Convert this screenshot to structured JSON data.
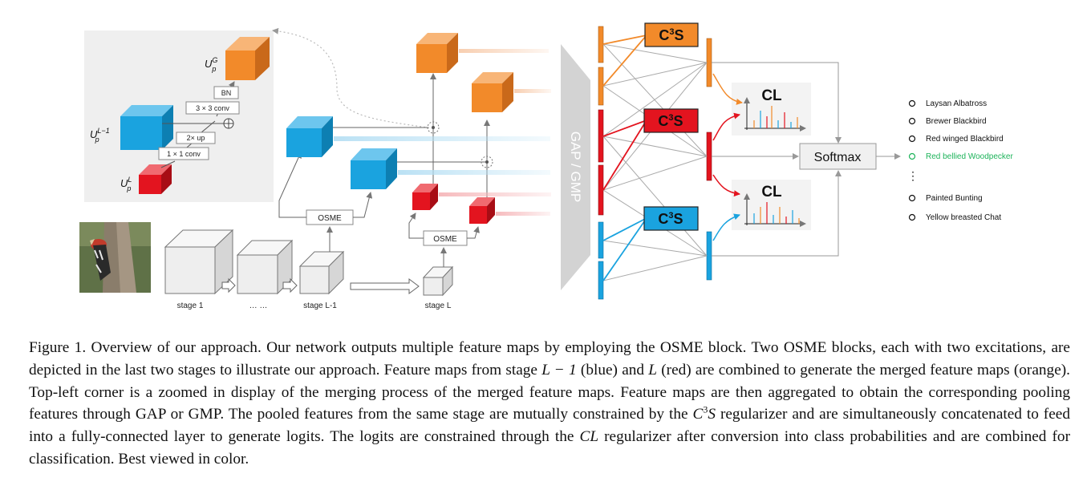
{
  "zoom": {
    "ug_base": "U",
    "ug_sup": "G",
    "ug_sub": "p",
    "ul1_base": "U",
    "ul1_sup": "L−1",
    "ul1_sub": "p",
    "ul_base": "U",
    "ul_sup": "L",
    "ul_sub": "p",
    "bn": "BN",
    "conv3": "3 × 3 conv",
    "up": "2× up",
    "conv1": "1 × 1 conv"
  },
  "stages": {
    "s1": "stage 1",
    "s_dots": "… …",
    "s_l1": "stage L-1",
    "s_l": "stage L"
  },
  "osme": {
    "a": "OSME",
    "b": "OSME"
  },
  "gap": "GAP / GMP",
  "c3s": {
    "base": "C",
    "sup": "3",
    "tail": "S"
  },
  "cl": "CL",
  "softmax": "Softmax",
  "classes": {
    "c1": "Laysan Albatross",
    "c2": "Brewer Blackbird",
    "c3": "Red winged Blackbird",
    "c4": "Red bellied Woodpecker",
    "dots": "⋮",
    "c5": "Painted Bunting",
    "c6": "Yellow breasted Chat"
  },
  "caption": {
    "p1": "Figure 1. Overview of our approach. Our network outputs multiple feature maps by employing the OSME block. Two OSME blocks, each with two excitations, are depicted in the last two stages to illustrate our approach. Feature maps from stage ",
    "v1": "L − 1",
    "p2": " (blue) and ",
    "v2": "L",
    "p3": " (red) are combined to generate the merged feature maps (orange). Top-left corner is a zoomed in display of the merging process of the merged feature maps. Feature maps are then aggregated to obtain the corresponding pooling features through GAP or GMP. The pooled features from the same stage are mutually constrained by the ",
    "v3_base": "C",
    "v3_sup": "3",
    "v3_tail": "S",
    "p4": " regularizer and are simultaneously concatenated to feed into a fully-connected layer to generate logits. The logits are constrained through the ",
    "v4": "CL",
    "p5": " regularizer after conversion into class probabilities and are combined for classification. Best viewed in color."
  },
  "colors": {
    "orange": "#f28a2a",
    "red": "#e3141f",
    "blue": "#1aa3df",
    "green": "#1db35a",
    "gray": "#aaaaaa"
  }
}
